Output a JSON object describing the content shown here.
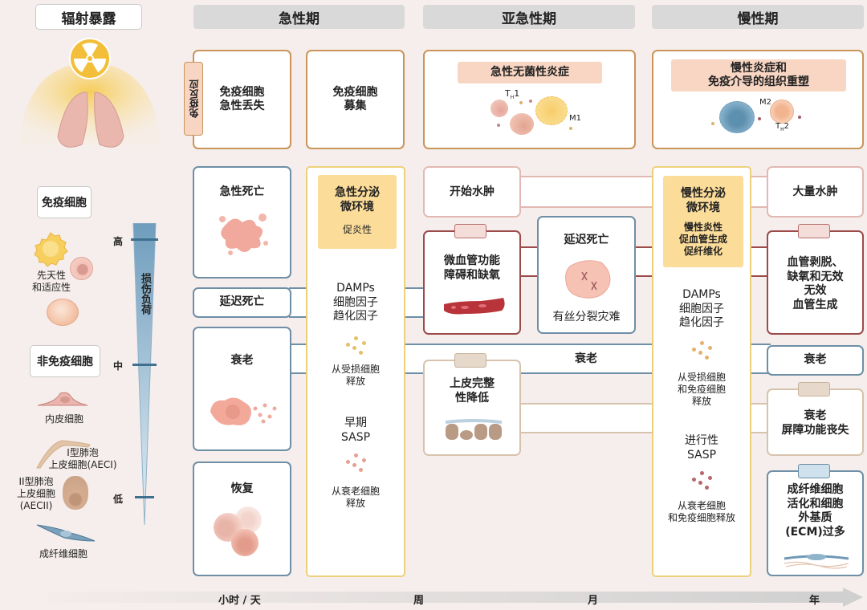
{
  "left": {
    "exposure_title": "辐射暴露",
    "immune_cells_label": "免疫细胞",
    "innate_adaptive_label": [
      "先天性",
      "和适应性"
    ],
    "non_immune_cells_label": "非免疫细胞",
    "endothelial_label": "内皮细胞",
    "aeci_label": [
      "I型肺泡",
      "上皮细胞(AECI)"
    ],
    "aecii_label": [
      "II型肺泡",
      "上皮细胞",
      "(AECII)"
    ],
    "fibroblast_label": "成纤维细胞",
    "damage_burden_label": "损伤负荷",
    "levels": {
      "high": "高",
      "medium": "中",
      "low": "低"
    }
  },
  "phases": {
    "acute": "急性期",
    "subacute": "亚急性期",
    "chronic": "慢性期"
  },
  "immune_response": {
    "side_label": "免疫反应",
    "acute_loss": [
      "免疫细胞",
      "急性丢失"
    ],
    "recruitment": [
      "免疫细胞",
      "募集"
    ],
    "subacute_title": "急性无菌性炎症",
    "subacute_cells": {
      "t": "T",
      "t_sub": "H",
      "t_num": "1",
      "m": "M1"
    },
    "chronic_title": [
      "慢性炎症和",
      "免疫介导的组织重塑"
    ],
    "chronic_cells": {
      "m": "M2",
      "t": "T",
      "t_sub": "H",
      "t_num": "2"
    }
  },
  "acute_column": {
    "acute_death": "急性死亡",
    "delayed_death": "延迟死亡",
    "senescence": "衰老",
    "recovery": "恢复"
  },
  "acute_secretory": {
    "title": [
      "急性分泌",
      "微环境"
    ],
    "subtitle": "促炎性",
    "factors": [
      "DAMPs",
      "细胞因子",
      "趋化因子"
    ],
    "factors_source": [
      "从受损细胞",
      "释放"
    ],
    "early_sasp": [
      "早期",
      "SASP"
    ],
    "sasp_source": [
      "从衰老细胞",
      "释放"
    ]
  },
  "subacute_column": {
    "edema_onset": "开始水肿",
    "microvascular": [
      "微血管功能",
      "障碍和缺氧"
    ],
    "delayed_death": "延迟死亡",
    "mitotic_catastrophe": "有丝分裂灾难",
    "senescence": "衰老",
    "epithelial_integrity": [
      "上皮完整",
      "性降低"
    ]
  },
  "chronic_secretory": {
    "title": [
      "慢性分泌",
      "微环境"
    ],
    "subtitle": [
      "慢性炎性",
      "促血管生成",
      "促纤维化"
    ],
    "factors": [
      "DAMPs",
      "细胞因子",
      "趋化因子"
    ],
    "factors_source": [
      "从受损细胞",
      "和免疫细胞",
      "释放"
    ],
    "progressive_sasp": [
      "进行性",
      "SASP"
    ],
    "sasp_source": [
      "从衰老细胞",
      "和免疫细胞释放"
    ]
  },
  "chronic_column": {
    "massive_edema": "大量水肿",
    "vascular": [
      "血管剥脱、",
      "缺氧和无效",
      "无效",
      "血管生成"
    ],
    "senescence": "衰老",
    "barrier": [
      "衰老",
      "屏障功能丧失"
    ],
    "fibroblast": [
      "成纤维细胞",
      "活化和细胞",
      "外基质",
      "(ECM)过多"
    ]
  },
  "timeline": {
    "ticks": [
      "小时 / 天",
      "周",
      "月",
      "年"
    ]
  },
  "colors": {
    "background": "#f6eeec",
    "phase_header": "#d9d9d9",
    "immune_border": "#c8955a",
    "blue_border": "#6e8fa6",
    "red_border": "#9c4b4b",
    "secretory_highlight": "#fbdc99",
    "immune_highlight": "#f9d6c3",
    "radiation_yellow": "#f3bf3a"
  }
}
